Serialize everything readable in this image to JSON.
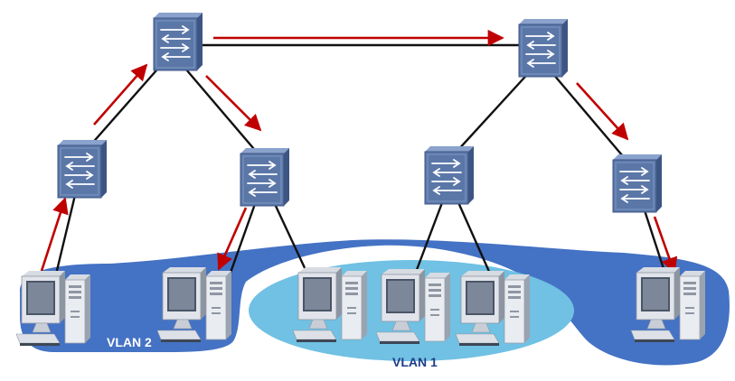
{
  "regions": [
    {
      "id": "vlan2",
      "label": "VLAN 2",
      "color": "#4472c4",
      "label_color": "#ffffff"
    },
    {
      "id": "vlan1",
      "label": "VLAN 1",
      "color": "#70c1e3",
      "label_color": "#1f3d8a"
    }
  ],
  "colors": {
    "link": "#111111",
    "traffic_arrow": "#c00000",
    "switch_face": "#5b77a8",
    "switch_top": "#7f98c4",
    "switch_side": "#3d5583"
  },
  "nodes": {
    "switches": [
      "core-left",
      "core-right",
      "dist-1",
      "dist-2",
      "dist-3",
      "dist-4"
    ],
    "hosts": [
      "host-1",
      "host-2",
      "host-3",
      "host-4",
      "host-5",
      "host-6"
    ]
  },
  "icons": {
    "switch": "switch-icon",
    "host": "computer-icon"
  }
}
